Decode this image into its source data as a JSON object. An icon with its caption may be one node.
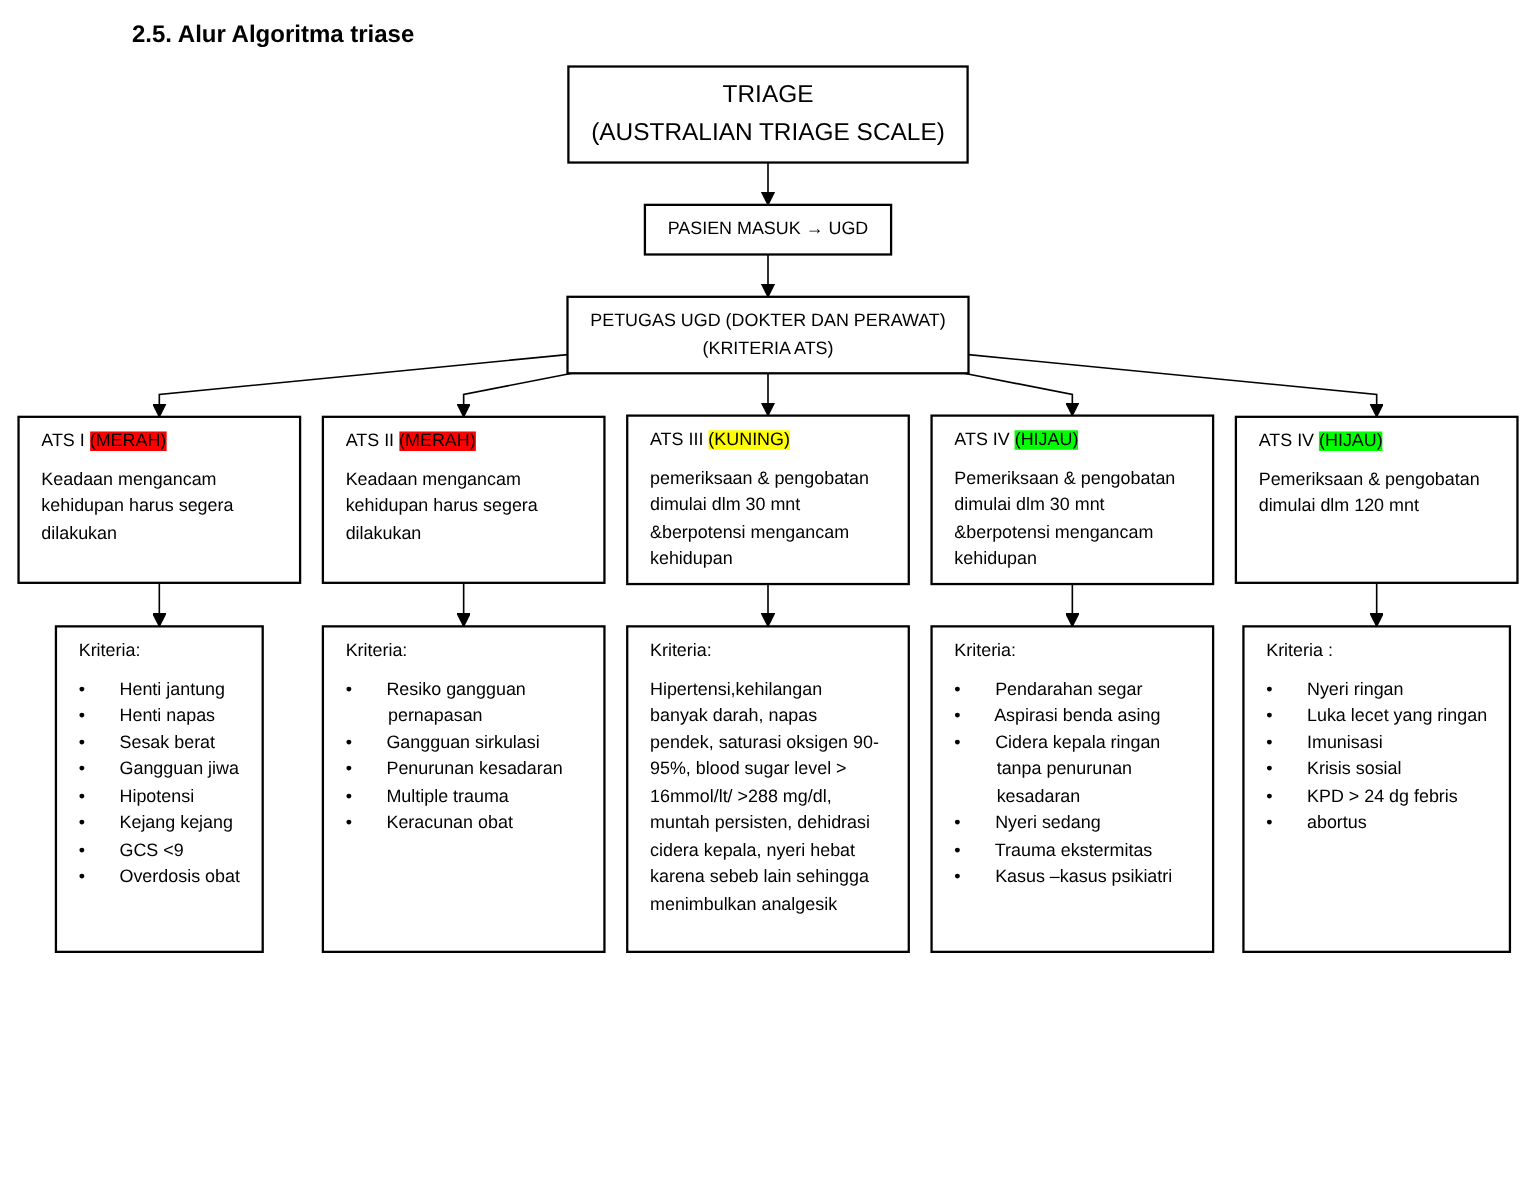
{
  "diagram": {
    "title": "2.5. Alur Algoritma triase",
    "nodes": [
      {
        "text": [
          "TRIAGE",
          "(AUSTRALIAN TRIAGE SCALE)"
        ]
      },
      {
        "text": [
          "PASIEN MASUK → UGD"
        ]
      },
      {
        "text": [
          "PETUGAS UGD (DOKTER DAN PERAWAT)",
          "(KRITERIA ATS)"
        ]
      },
      {
        "text": [
          "ATS I (MERAH)",
          "Keadaan mengancam kehidupan harus segera dilakukan"
        ]
      },
      {
        "text": [
          "ATS II (MERAH)",
          "Keadaan mengancam kehidupan harus segera dilakukan"
        ]
      },
      {
        "text": [
          "ATS III (KUNING)",
          "pemeriksaan & pengobatan dimulai dlm 30 mnt &berpotensi mengancam kehidupan"
        ]
      },
      {
        "text": [
          "ATS IV (HIJAU)",
          "Pemeriksaan & pengobatan dimulai dlm 30 mnt &berpotensi mengancam kehidupan"
        ]
      },
      {
        "text": [
          "ATS IV (HIJAU)",
          "Pemeriksaan & pengobatan dimulai dlm 120 mnt"
        ]
      },
      {
        "text": [
          "Kriteria:",
          "• Henti jantung",
          "• Henti napas",
          "• Sesak berat",
          "• Gangguan jiwa",
          "• Hipotensi",
          "• Kejang kejang",
          "• GCS <9",
          "• Overdosis obat"
        ]
      },
      {
        "text": [
          "Kriteria:",
          "• Resiko gangguan pernapasan",
          "• Gangguan sirkulasi",
          "• Penurunan kesadaran",
          "• Multiple trauma",
          "• Keracunan obat"
        ]
      },
      {
        "text": [
          "Kriteria:",
          "Hipertensi,kehilangan banyak darah, napas pendek, saturasi oksigen 90-95%, blood sugar level > 16mmol/lt/ >288 mg/dl, muntah persisten, dehidrasi cidera kepala, nyeri hebat karena sebeb lain sehingga menimbulkan analgesik"
        ]
      },
      {
        "text": [
          "Kriteria:",
          "• Pendarahan segar",
          "• Aspirasi benda asing",
          "• Cidera kepala ringan tanpa penurunan kesadaran",
          "• Nyeri sedang",
          "• Trauma ekstermitas",
          "• Kasus –kasus psikiatri"
        ]
      },
      {
        "text": [
          "Kriteria :",
          "• Nyeri ringan",
          "• Luka lecet yang ringan",
          "• Imunisasi",
          "• Krisis sosial",
          "• KPD > 24 dg febris",
          "• abortus"
        ]
      }
    ],
    "edges": [
      {
        "from": 0,
        "to": 1,
        "arrow": "to"
      },
      {
        "from": 1,
        "to": 2,
        "arrow": "to"
      },
      {
        "from": 2,
        "to": 3,
        "arrow": "to"
      },
      {
        "from": 2,
        "to": 4,
        "arrow": "to"
      },
      {
        "from": 2,
        "to": 5,
        "arrow": "to"
      },
      {
        "from": 2,
        "to": 6,
        "arrow": "to"
      },
      {
        "from": 2,
        "to": 7,
        "arrow": "to"
      },
      {
        "from": 3,
        "to": 8,
        "arrow": "to"
      },
      {
        "from": 4,
        "to": 9,
        "arrow": "to"
      },
      {
        "from": 5,
        "to": 10,
        "arrow": "to"
      },
      {
        "from": 6,
        "to": 11,
        "arrow": "to"
      },
      {
        "from": 7,
        "to": 12,
        "arrow": "to"
      }
    ]
  }
}
